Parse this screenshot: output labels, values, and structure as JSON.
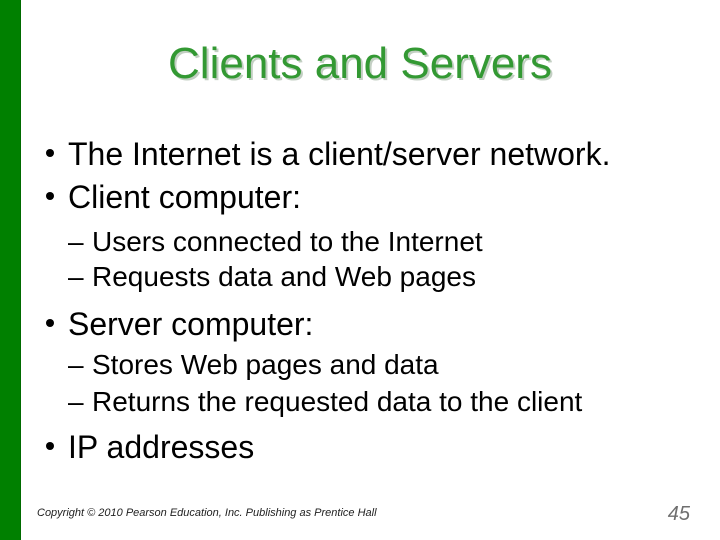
{
  "slide": {
    "title": "Clients and Servers",
    "dash_char": "–",
    "bullets": [
      {
        "level": 1,
        "text": "The Internet is a client/server network."
      },
      {
        "level": 1,
        "text": "Client computer:"
      },
      {
        "level": 2,
        "text": "Users connected to the Internet"
      },
      {
        "level": 2,
        "text": "Requests data and Web pages"
      },
      {
        "level": 1,
        "text": "Server computer:"
      },
      {
        "level": 2,
        "text": "Stores Web pages and data"
      },
      {
        "level": 2,
        "text": "Returns the requested data to the client"
      },
      {
        "level": 1,
        "text": "IP addresses"
      }
    ],
    "footer": "Copyright © 2010 Pearson Education, Inc. Publishing as Prentice Hall",
    "page_number": "45",
    "colors": {
      "side_bar": "#008000",
      "title": "#339933",
      "body_text": "#000000",
      "footer_text": "#222222",
      "page_number": "#6f6f6f"
    }
  }
}
